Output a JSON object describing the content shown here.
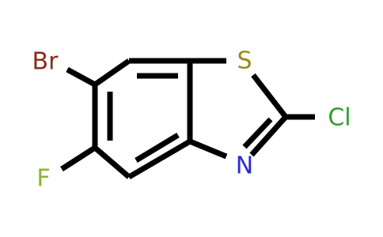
{
  "molecule": {
    "atoms": {
      "br": "Br",
      "s": "S",
      "cl": "Cl",
      "n": "N",
      "f": "F"
    },
    "colors": {
      "bond": "#000000",
      "bromine": "#8b2a1c",
      "sulfur": "#9a8a1a",
      "chlorine": "#2f9e2f",
      "nitrogen": "#2b2bd9",
      "fluorine": "#8ab62a"
    }
  }
}
